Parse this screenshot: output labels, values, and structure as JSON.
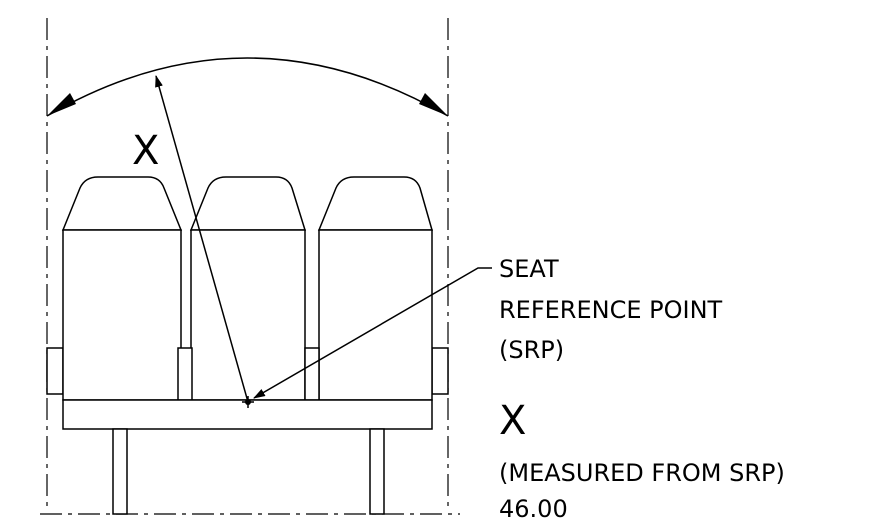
{
  "diagram": {
    "dimension_label": "X",
    "callout": {
      "line1": "SEAT",
      "line2": "REFERENCE POINT",
      "line3": "(SRP)"
    },
    "legend": {
      "symbol": "X",
      "note": "(MEASURED FROM SRP)",
      "value": "46.00"
    },
    "colors": {
      "line": "#000000",
      "background": "#ffffff"
    }
  }
}
